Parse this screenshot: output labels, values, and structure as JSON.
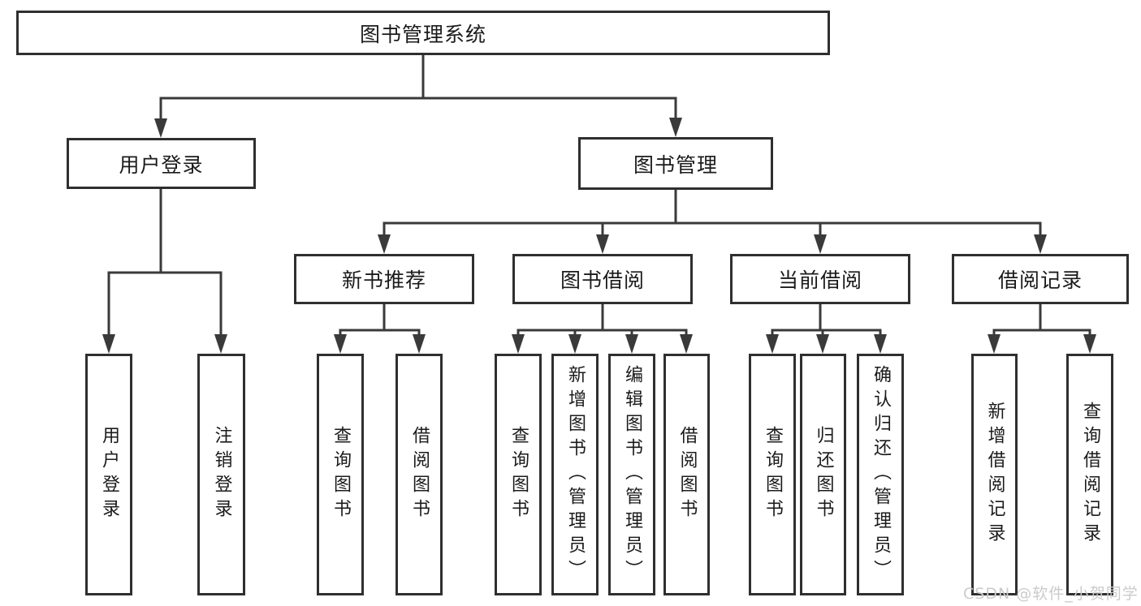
{
  "diagram": {
    "root": {
      "label": "图书管理系统"
    },
    "branches": [
      {
        "label": "用户登录",
        "children": [
          {
            "label": "用户登录"
          },
          {
            "label": "注销登录"
          }
        ]
      },
      {
        "label": "图书管理",
        "children": [
          {
            "label": "新书推荐",
            "children": [
              {
                "label": "查询图书"
              },
              {
                "label": "借阅图书"
              }
            ]
          },
          {
            "label": "图书借阅",
            "children": [
              {
                "label": "查询图书"
              },
              {
                "label": "新增图书（管理员）"
              },
              {
                "label": "编辑图书（管理员）"
              },
              {
                "label": "借阅图书"
              }
            ]
          },
          {
            "label": "当前借阅",
            "children": [
              {
                "label": "查询图书"
              },
              {
                "label": "归还图书"
              },
              {
                "label": "确认归还（管理员）"
              }
            ]
          },
          {
            "label": "借阅记录",
            "children": [
              {
                "label": "新增借阅记录"
              },
              {
                "label": "查询借阅记录"
              }
            ]
          }
        ]
      }
    ]
  },
  "watermark": {
    "text": "CSDN @软件_小贺同学"
  },
  "colors": {
    "line": "#3a3a3a",
    "border": "#2f2f2f",
    "text": "#1b1b1b",
    "watermark_text": "#cbcbcb",
    "background": "#ffffff"
  }
}
